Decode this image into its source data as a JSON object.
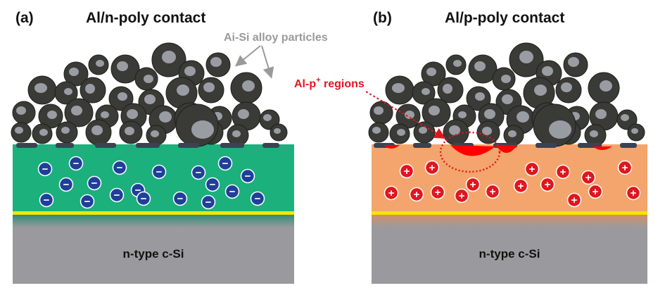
{
  "panel_a": {
    "label": "(a)",
    "title": "Al/n-poly contact",
    "particles_label": "Ai-Si alloy particles",
    "substrate_label": "n-type c-Si",
    "carrier_symbol": "−"
  },
  "panel_b": {
    "label": "(b)",
    "title": "Al/p-poly contact",
    "region_label_main": "Al-p",
    "region_label_sup": "+",
    "region_label_rest": " regions",
    "substrate_label": "n-type c-Si",
    "carrier_symbol": "+"
  },
  "colors": {
    "particle": "#3a3a36",
    "particle_spot": "#9a9ca3",
    "n_poly": "#1bb07c",
    "p_poly": "#f4a56d",
    "substrate": "#9a9a9e",
    "oxide": "#f2e600",
    "electron": "#1f3f9a",
    "hole": "#e0161e",
    "al_p_region": "#ff0000",
    "annotation_gray": "#9a9a9a"
  }
}
